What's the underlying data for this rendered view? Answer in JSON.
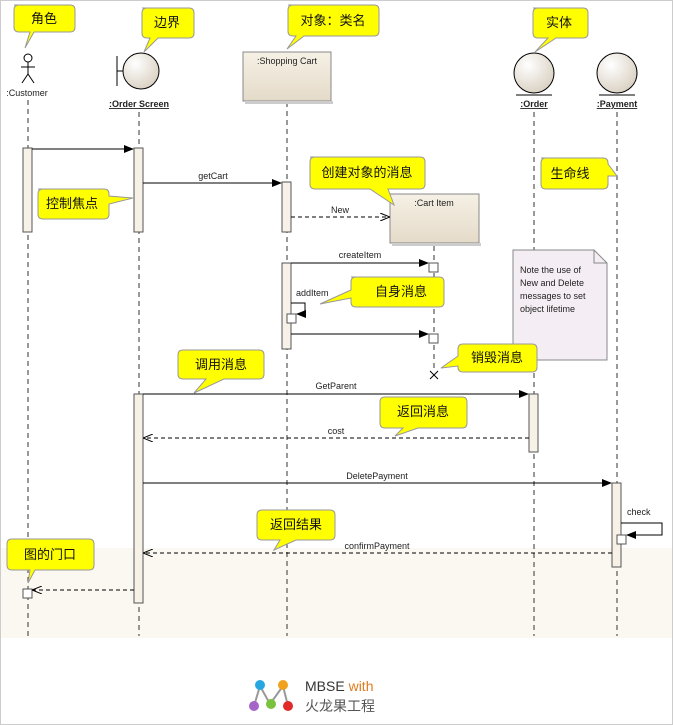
{
  "diagram": {
    "lifelines": {
      "customer": ":Customer",
      "order_screen": ":Order Screen",
      "shopping_cart": ":Shopping Cart",
      "cart_item": ":Cart Item",
      "order": ":Order",
      "payment": ":Payment"
    },
    "messages": {
      "getcart": "getCart",
      "new": "New",
      "createitem": "createItem",
      "additem": "addItem",
      "getparent": "GetParent",
      "cost": "cost",
      "deletepayment": "DeletePayment",
      "check": "check",
      "confirmpayment": "confirmPayment"
    },
    "callouts": {
      "actor": "角色",
      "boundary": "边界",
      "object_class": "对象：类名",
      "entity": "实体",
      "create_message": "创建对象的消息",
      "lifeline": "生命线",
      "focus": "控制焦点",
      "self_message": "自身消息",
      "destroy_message": "销毁消息",
      "call_message": "调用消息",
      "return_message": "返回消息",
      "return_result": "返回结果",
      "gate": "图的门口"
    },
    "note": {
      "lines": [
        "Note the use of",
        "New and Delete",
        "messages to set",
        "object lifetime"
      ]
    }
  },
  "brand": {
    "line1": "MBSE",
    "line1_suffix": " with",
    "line2": "火龙果工程",
    "colors": {
      "accent": "#e07b1f",
      "callout": "#ffff00",
      "activation": "#f7f1e8"
    }
  }
}
